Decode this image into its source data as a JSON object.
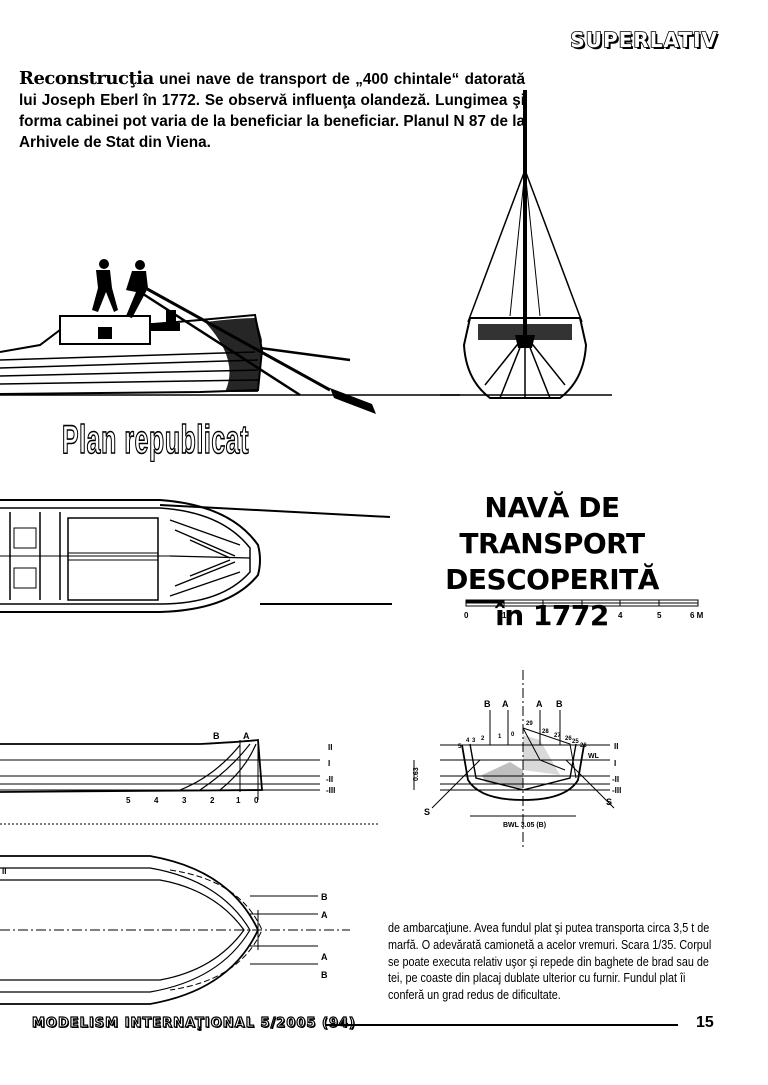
{
  "header": {
    "brand": "SUPERLATIV"
  },
  "caption": {
    "lead": "Reconstrucţia",
    "rest": " unei nave de transport de „400 chintale“ datorată lui Joseph Eberl în 1772. Se observă influenţa olandeză. Lungimea şi forma cabinei pot varia de la beneficiar la beneficiar. Planul N 87 de la Arhivele de Stat din Viena."
  },
  "stamp": "Plan republicat",
  "title": {
    "line1": "NAVĂ DE TRANSPORT",
    "line2": "DESCOPERITĂ",
    "line3": "în 1772"
  },
  "scale_bar": {
    "ticks": [
      "0",
      "1",
      "2",
      "3",
      "4",
      "5",
      "6 M"
    ]
  },
  "profile_labels": {
    "stations": [
      "5",
      "4",
      "3",
      "2",
      "1",
      "0"
    ],
    "sections": [
      "B",
      "A"
    ],
    "waterlines": [
      "II",
      "I",
      "-II",
      "-III"
    ]
  },
  "halfbreadth_labels": {
    "left": "II",
    "lines": [
      "B",
      "A",
      "A",
      "B"
    ]
  },
  "body_plan": {
    "top_labels": [
      "B",
      "A",
      "A",
      "B"
    ],
    "stations_left": [
      "5",
      "4",
      "3",
      "2",
      "1",
      "0"
    ],
    "stations_right": [
      "29",
      "28",
      "27",
      "26",
      "25",
      "26"
    ],
    "wl": "WL",
    "bwl": "BWL 3.05 (B)",
    "s_left": "S",
    "s_right": "S",
    "depth": "0.63",
    "waterlines": [
      "II",
      "I",
      "-II",
      "-III"
    ]
  },
  "body_text": "de ambarcaţiune. Avea fundul plat şi putea transporta circa 3,5 t de marfă. O adevărată camionetă a acelor vremuri. Scara 1/35. Corpul se poate executa relativ uşor şi repede din baghete de brad sau de tei, pe coaste din placaj dublate ulterior cu furnir. Fundul plat îi conferă un grad redus de dificultate.",
  "footer": {
    "publication": "MODELISM INTERNAŢIONAL 5/2005 (94)",
    "page": "15"
  }
}
